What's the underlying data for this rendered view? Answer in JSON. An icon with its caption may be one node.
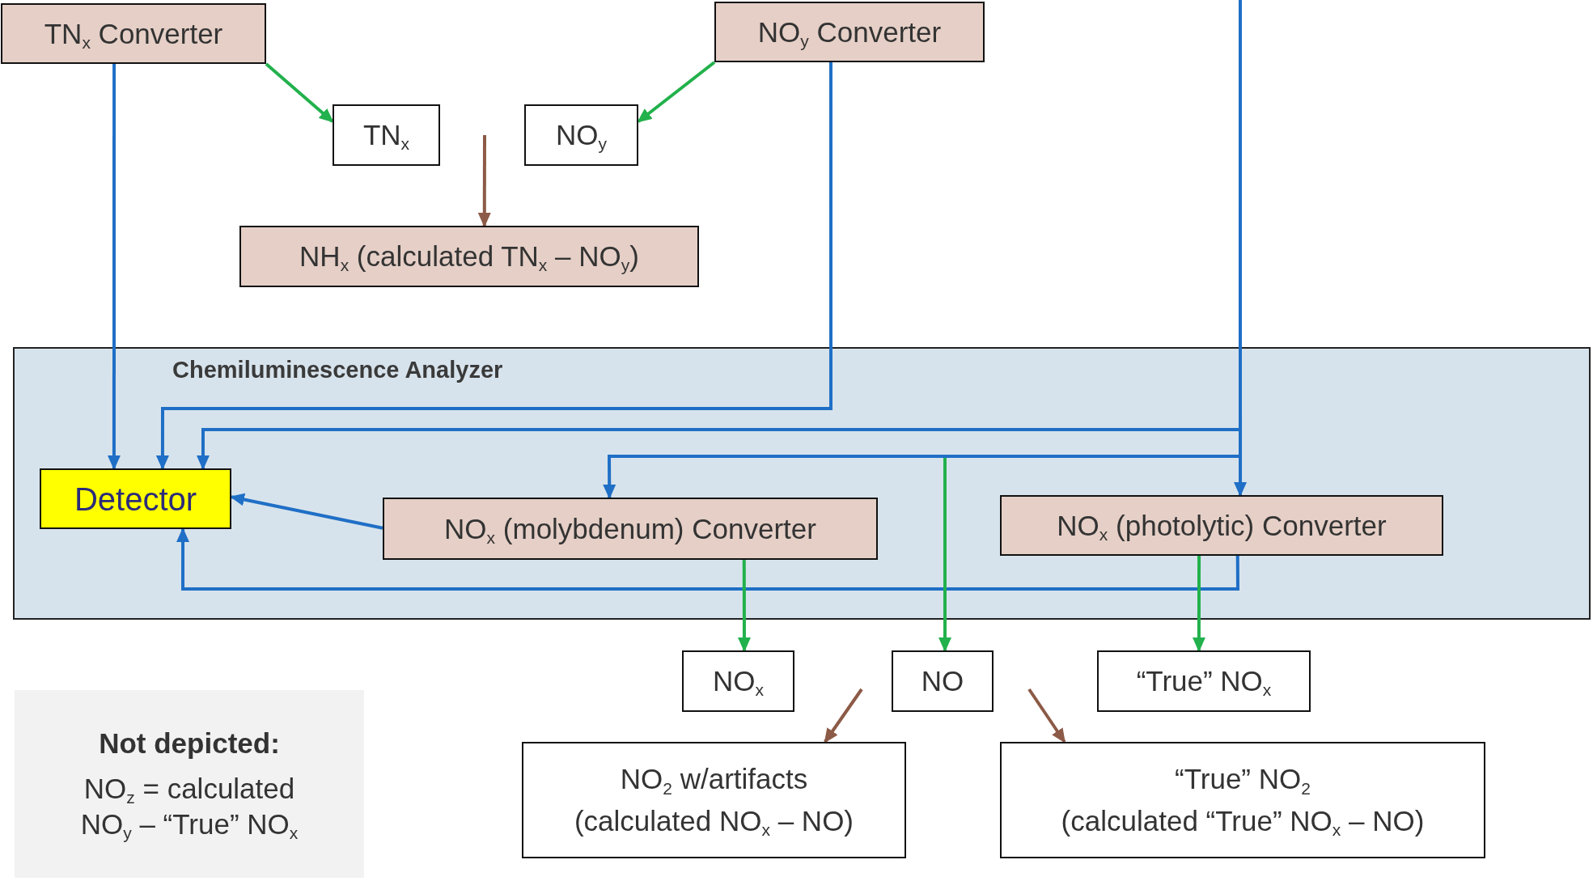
{
  "diagram": {
    "nodes": [
      {
        "text": [
          "TN$_{x}$ Converter"
        ]
      },
      {
        "text": [
          "NO$_{y}$ Converter"
        ]
      },
      {
        "text": [
          "TN$_{x}$"
        ]
      },
      {
        "text": [
          "NO$_{y}$"
        ]
      },
      {
        "text": [
          "NH$_{x}$ (calculated TN$_{x}$ – NO$_{y}$)"
        ]
      },
      {
        "text": [
          "Chemiluminescence Analyzer"
        ]
      },
      {
        "text": [
          "Detector"
        ],
        "in": 5
      },
      {
        "text": [
          "NO$_{x}$ (molybdenum) Converter"
        ],
        "in": 5
      },
      {
        "text": [
          "NO$_{x}$ (photolytic) Converter"
        ],
        "in": 5
      },
      {
        "text": [
          "NO$_{x}$"
        ]
      },
      {
        "text": [
          "NO"
        ]
      },
      {
        "text": [
          "“True” NO$_{x}$"
        ]
      },
      {
        "text": [
          "NO$_{2}$ w/artifacts",
          "(calculated NO$_{x}$ – NO)"
        ]
      },
      {
        "text": [
          "“True” NO$_{2}$",
          "(calculated “True” NO$_{x}$ – NO)"
        ]
      },
      {
        "text": [
          "Not depicted:",
          "NO$_{z}$ = calculated NO$_{y}$ – “True” NO$_{x}$"
        ]
      }
    ],
    "edges": [
      {
        "from": 0,
        "to": 6,
        "arrow": "to"
      },
      {
        "from": 1,
        "to": 6,
        "arrow": "to"
      },
      {
        "from": null,
        "to": 6,
        "arrow": "to"
      },
      {
        "from": null,
        "to": 7,
        "arrow": "to"
      },
      {
        "from": null,
        "to": 8,
        "arrow": "to"
      },
      {
        "from": 7,
        "to": 6,
        "arrow": "to"
      },
      {
        "from": 8,
        "to": 6,
        "arrow": "to"
      },
      {
        "from": 0,
        "to": 2,
        "arrow": "to",
        "color": "#22b14c"
      },
      {
        "from": 1,
        "to": 3,
        "arrow": "to",
        "color": "#22b14c"
      },
      {
        "from": 7,
        "to": 9,
        "arrow": "to",
        "color": "#22b14c"
      },
      {
        "from": null,
        "to": 10,
        "arrow": "to",
        "color": "#22b14c"
      },
      {
        "from": 8,
        "to": 11,
        "arrow": "to",
        "color": "#22b14c"
      },
      {
        "from": null,
        "to": 4,
        "arrow": "to",
        "color": "#8c5a46"
      },
      {
        "from": null,
        "to": 12,
        "arrow": "to",
        "color": "#8c5a46"
      },
      {
        "from": null,
        "to": 13,
        "arrow": "to",
        "color": "#8c5a46"
      }
    ]
  }
}
